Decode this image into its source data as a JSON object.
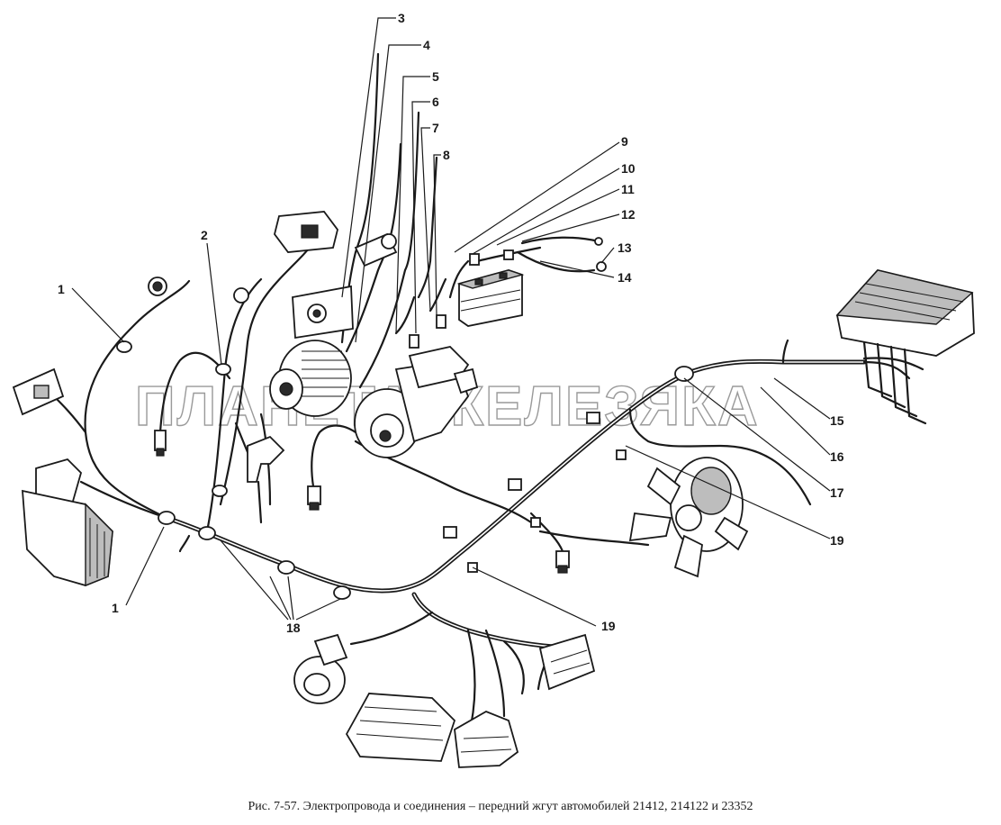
{
  "caption": "Рис. 7-57. Электропровода и соединения – передний жгут автомобилей 21412, 214122 и 23352",
  "watermark": "ПЛАНЕТА ЖЕЛЕЗЯКА",
  "callouts": {
    "c1a": "1",
    "c1b": "1",
    "c2": "2",
    "c3": "3",
    "c4": "4",
    "c5": "5",
    "c6": "6",
    "c7": "7",
    "c8": "8",
    "c9": "9",
    "c10": "10",
    "c11": "11",
    "c12": "12",
    "c13": "13",
    "c14": "14",
    "c15": "15",
    "c16": "16",
    "c17": "17",
    "c18": "18",
    "c19a": "19",
    "c19b": "19"
  }
}
